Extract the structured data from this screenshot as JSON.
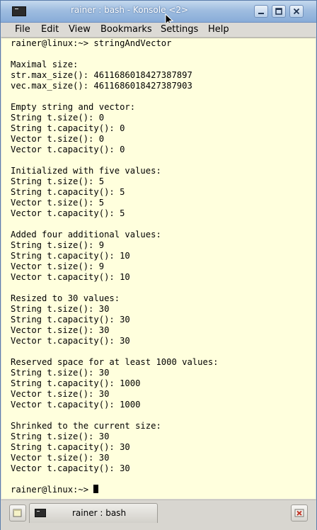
{
  "window": {
    "title": "rainer : bash - Konsole <2>",
    "buttons": [
      "minimize",
      "maximize",
      "close"
    ]
  },
  "menubar": {
    "items": [
      "File",
      "Edit",
      "View",
      "Bookmarks",
      "Settings",
      "Help"
    ]
  },
  "terminal": {
    "lines": [
      "rainer@linux:~> stringAndVector",
      "",
      "Maximal size:",
      "str.max_size(): 4611686018427387897",
      "vec.max_size(): 4611686018427387903",
      "",
      "Empty string and vector:",
      "String t.size(): 0",
      "String t.capacity(): 0",
      "Vector t.size(): 0",
      "Vector t.capacity(): 0",
      "",
      "Initialized with five values:",
      "String t.size(): 5",
      "String t.capacity(): 5",
      "Vector t.size(): 5",
      "Vector t.capacity(): 5",
      "",
      "Added four additional values:",
      "String t.size(): 9",
      "String t.capacity(): 10",
      "Vector t.size(): 9",
      "Vector t.capacity(): 10",
      "",
      "Resized to 30 values:",
      "String t.size(): 30",
      "String t.capacity(): 30",
      "Vector t.size(): 30",
      "Vector t.capacity(): 30",
      "",
      "Reserved space for at least 1000 values:",
      "String t.size(): 30",
      "String t.capacity(): 1000",
      "Vector t.size(): 30",
      "Vector t.capacity(): 1000",
      "",
      "Shrinked to the current size:",
      "String t.size(): 30",
      "String t.capacity(): 30",
      "Vector t.size(): 30",
      "Vector t.capacity(): 30",
      ""
    ],
    "prompt": "rainer@linux:~> ",
    "colors": {
      "background": "#ffffdd",
      "foreground": "#000000"
    }
  },
  "tabbar": {
    "tabs": [
      {
        "label": "rainer : bash",
        "icon": "terminal-icon"
      }
    ]
  },
  "colors": {
    "titlebar": "#9fbde0",
    "chrome": "#dcdad5",
    "close_accent": "#c0392b"
  }
}
